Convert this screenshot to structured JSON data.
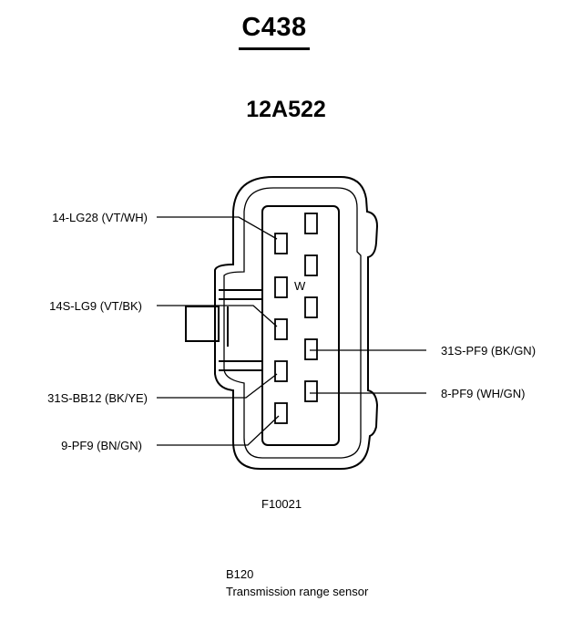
{
  "header": {
    "connector_id": "C438",
    "part_number": "12A522"
  },
  "connector": {
    "polarization_mark": "W",
    "left_wires": [
      "14-LG28 (VT/WH)",
      "14S-LG9 (VT/BK)",
      "31S-BB12 (BK/YE)",
      "9-PF9 (BN/GN)"
    ],
    "right_wires": [
      "31S-PF9 (BK/GN)",
      "8-PF9 (WH/GN)"
    ]
  },
  "figure_id": "F10021",
  "caption": {
    "code": "B120",
    "description": "Transmission range sensor"
  }
}
